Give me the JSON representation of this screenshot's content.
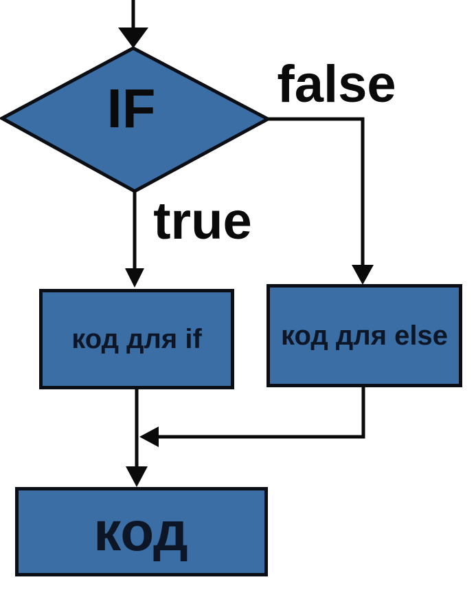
{
  "diagram": {
    "type": "flowchart",
    "background": "#FFFFFF",
    "colors": {
      "node_fill": "#3A6EA5",
      "node_border": "#0B0E14",
      "connector": "#0A0A0A",
      "edge_label_text": "#0A0A0A",
      "node_label_text": "#0C1626"
    },
    "nodes": {
      "decision": {
        "label": "IF",
        "shape": "diamond"
      },
      "if_box": {
        "label": "код для if",
        "shape": "rectangle"
      },
      "else_box": {
        "label": "код для else",
        "shape": "rectangle"
      },
      "end_box": {
        "label": "код",
        "shape": "rectangle"
      }
    },
    "edges": {
      "entry": {
        "from": "top",
        "to": "decision"
      },
      "true_branch": {
        "label": "true",
        "from": "decision",
        "to": "if_box"
      },
      "false_branch": {
        "label": "false",
        "from": "decision",
        "to": "else_box"
      },
      "if_to_end": {
        "from": "if_box",
        "to": "end_box"
      },
      "else_to_end": {
        "from": "else_box",
        "to": "end_box"
      }
    }
  }
}
